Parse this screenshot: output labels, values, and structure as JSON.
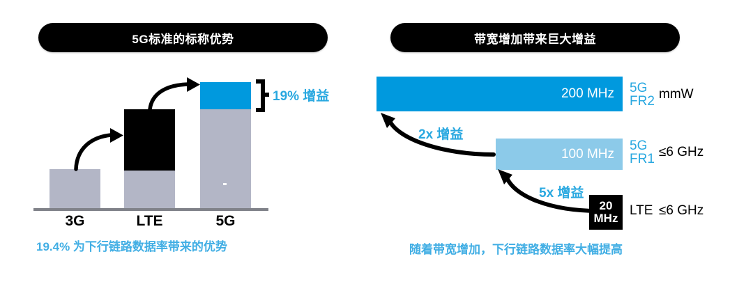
{
  "colors": {
    "blue_strong": "#0099de",
    "blue_light": "#8ccae9",
    "blue_text": "#29a8e0",
    "gray_bar": "#b3b6c6",
    "black": "#000000",
    "baseline": "#808289"
  },
  "left_panel": {
    "header": "5G标准的标称优势",
    "caption": "19.4% 为下行链路数据率带来的优势",
    "gain_label": "19% 增益",
    "categories": [
      "3G",
      "LTE",
      "5G"
    ]
  },
  "right_panel": {
    "header": "带宽增加带来巨大增益",
    "caption": "随着带宽增加，下行链路数据率大幅提高",
    "bars": [
      {
        "value_label": "200 MHz",
        "gen_line1": "5G",
        "gen_line2": "FR2",
        "band": "mmW"
      },
      {
        "value_label": "100 MHz",
        "gen_line1": "5G",
        "gen_line2": "FR1",
        "band": "≤6 GHz"
      },
      {
        "value_label_line1": "20",
        "value_label_line2": "MHz",
        "gen_line1": "LTE",
        "gen_line2": "",
        "band": "≤6 GHz"
      }
    ],
    "arrow_labels": [
      "2x 增益",
      "5x 增益"
    ]
  },
  "chart_data": [
    {
      "type": "bar",
      "title": "5G标准的标称优势",
      "categories": [
        "3G",
        "LTE",
        "5G"
      ],
      "xlabel": "",
      "ylabel": "",
      "grid": false,
      "legend": "none",
      "annotation": "19% 增益",
      "subcaption": "19.4% 为下行链路数据率带来的优势",
      "series": [
        {
          "name": "base",
          "color": "#b3b6c6",
          "values": [
            58,
            56,
            144
          ]
        },
        {
          "name": "increment-lte",
          "color": "#000000",
          "values": [
            0,
            88,
            0
          ]
        },
        {
          "name": "increment-5g",
          "color": "#0099de",
          "values": [
            0,
            0,
            39
          ]
        }
      ],
      "totals": [
        58,
        144,
        183
      ]
    },
    {
      "type": "bar",
      "title": "带宽增加带来巨大增益",
      "orientation": "horizontal",
      "categories": [
        "5G FR2 mmW",
        "5G FR1 ≤6 GHz",
        "LTE ≤6 GHz"
      ],
      "values": [
        200,
        100,
        20
      ],
      "value_labels": [
        "200 MHz",
        "100 MHz",
        "20 MHz"
      ],
      "unit": "MHz",
      "xlabel": "",
      "ylabel": "",
      "grid": false,
      "legend": "right",
      "annotations": [
        "2x 增益",
        "5x 增益"
      ],
      "subcaption": "随着带宽增加，下行链路数据率大幅提高"
    }
  ]
}
